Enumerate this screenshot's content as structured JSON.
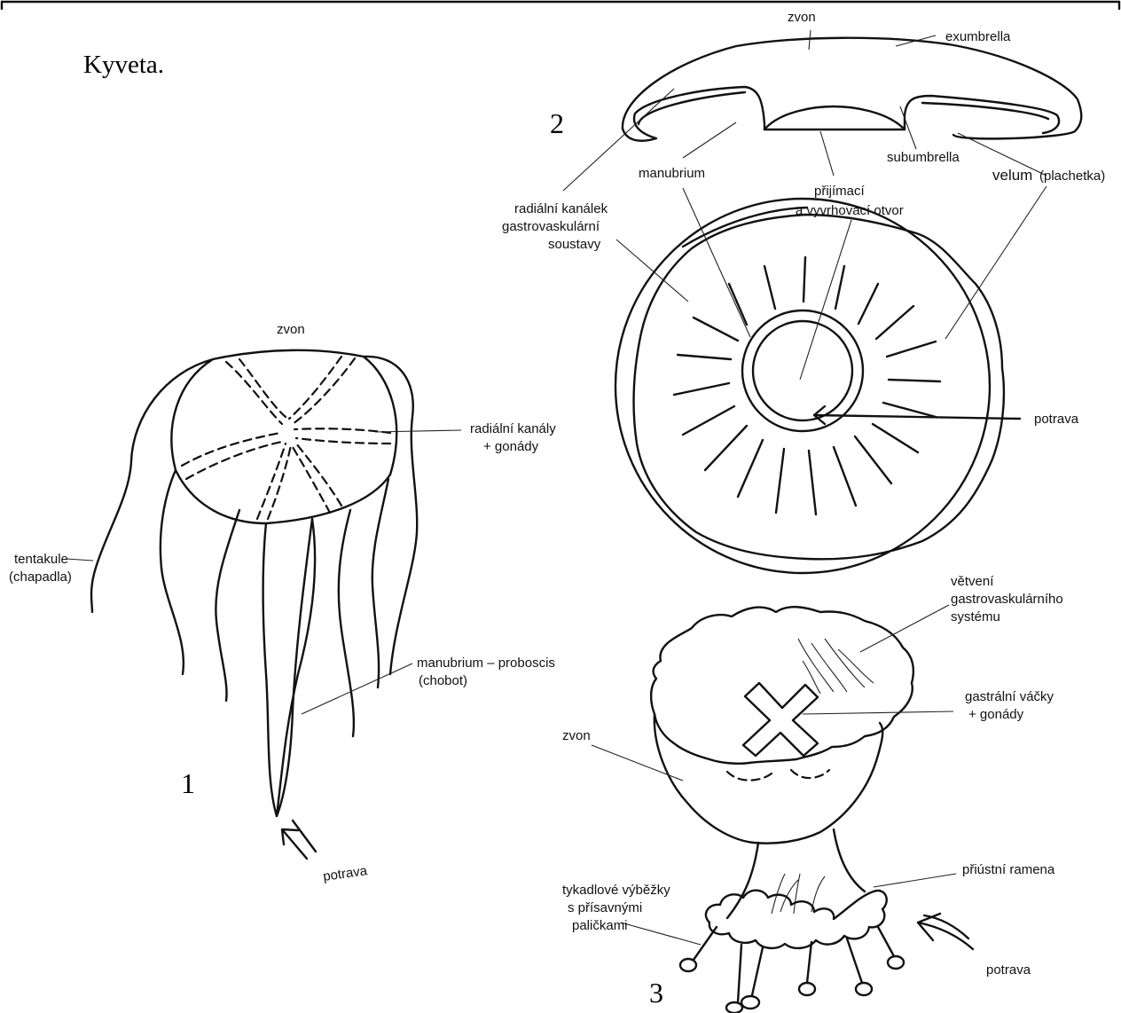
{
  "title": "Kyveta.",
  "figure1": {
    "number": "1",
    "labels": {
      "zvon": "zvon",
      "radial_line1": "radiální kanály",
      "radial_line2": "+ gonády",
      "tentakule_line1": "tentakule",
      "tentakule_line2": "(chapadla)",
      "manubrium_line1": "manubrium – proboscis",
      "manubrium_line2": "(chobot)",
      "potrava": "potrava"
    }
  },
  "figure2": {
    "number": "2",
    "labels": {
      "zvon": "zvon",
      "exumbrella": "exumbrella",
      "subumbrella": "subumbrella",
      "velum": "velum",
      "velum_note": "(plachetka)",
      "manubrium": "manubrium",
      "otvor_line1": "přijímací",
      "otvor_line2": "a vyvrhovací otvor",
      "radial_line1": "radiální kanálek",
      "radial_line2": "gastrovaskulární",
      "radial_line3": "soustavy",
      "potrava": "potrava"
    }
  },
  "figure3": {
    "number": "3",
    "labels": {
      "vetveni_line1": "větvení",
      "vetveni_line2": "gastrovaskulárního",
      "vetveni_line3": "systému",
      "gastral_line1": "gastrální váčky",
      "gastral_line2": "+ gonády",
      "zvon": "zvon",
      "priustni": "přiústní ramena",
      "tykadl_line1": "tykadlové výběžky",
      "tykadl_line2": "s přísavnými",
      "tykadl_line3": "paličkami",
      "potrava": "potrava"
    }
  }
}
